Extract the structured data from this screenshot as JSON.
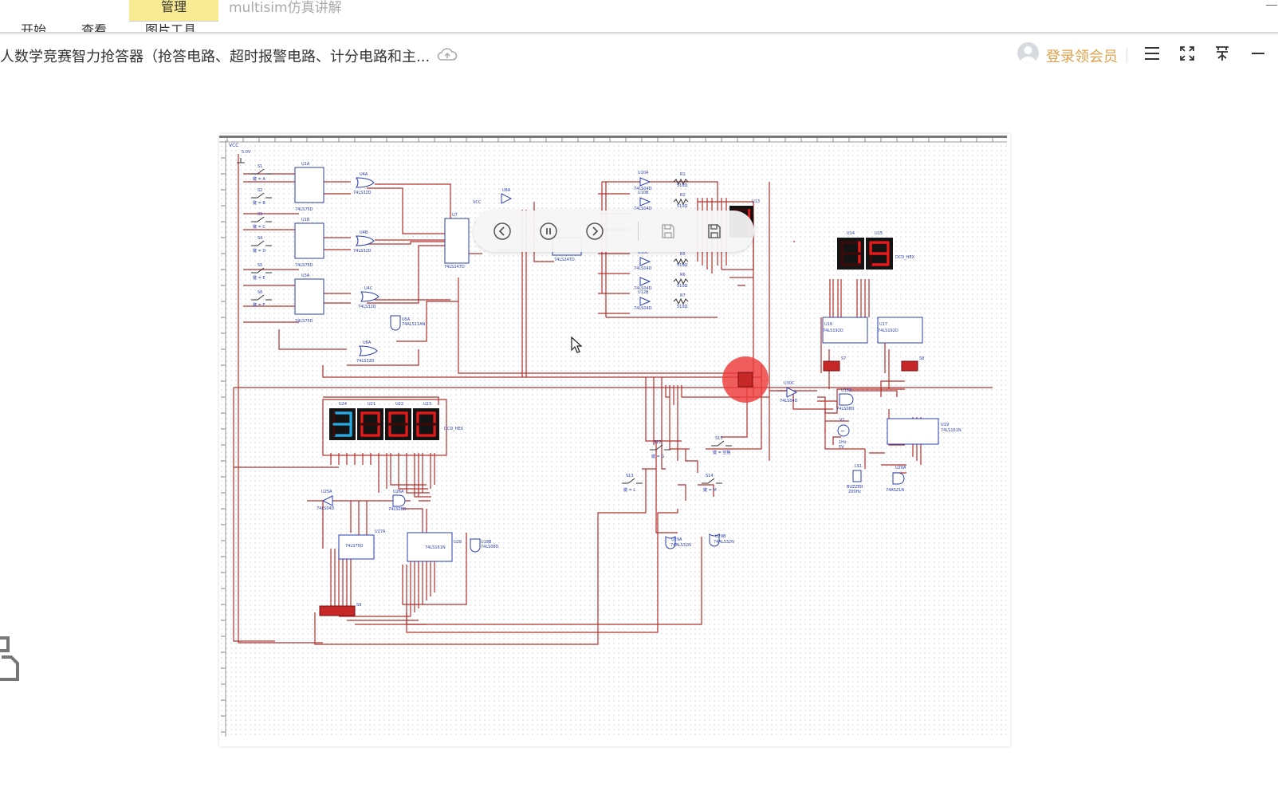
{
  "ribbon": {
    "active_tab": "管理",
    "window_title": "multisim仿真讲解",
    "tabs": [
      "开始",
      "查看",
      "图片工具"
    ]
  },
  "titlebar": {
    "document_title": "人数学竞赛智力抢答器（抢答电路、超时报警电路、计分电路和主...",
    "login_label": "登录领会员",
    "icons": [
      "cloud-upload-icon",
      "menu-icon",
      "fullscreen-icon",
      "pin-icon",
      "minimize-icon"
    ]
  },
  "viewer_controls": {
    "icons": [
      "previous-icon",
      "pause-icon",
      "next-icon",
      "save-icon",
      "save-as-icon"
    ]
  },
  "schematic": {
    "power": {
      "label": "VCC",
      "voltage": "5.0V"
    },
    "switches": [
      "S1",
      "S2",
      "S3",
      "S4",
      "S5",
      "S6"
    ],
    "switch_keys": [
      "键 = A",
      "键 = B",
      "键 = C",
      "键 = D",
      "键 = E",
      "键 = F"
    ],
    "latch_labels": [
      "U1A",
      "U1B",
      "U3A"
    ],
    "latch_part": "74LS75D",
    "or_gate_labels": [
      "U4A",
      "U4B",
      "U4C",
      "U6A"
    ],
    "or_gate_part": "74LS32D",
    "nand_label": "U5A",
    "nand_part": "74ALS11AN",
    "encoder_label": "U7",
    "encoder_part": "74LS147D",
    "inv_label": "U8A",
    "inv_part": "74LS04D",
    "decoder_part": "74LS247D",
    "buffers": [
      "U10A",
      "U10B",
      "U10C",
      "U12B"
    ],
    "buffer_part": "74LS04D",
    "resistors": [
      "R1",
      "R2",
      "R5",
      "R6",
      "R7"
    ],
    "resistor_value": "510Ω",
    "display_single": {
      "label": "U13",
      "digit": "1"
    },
    "display_pair": {
      "labels": [
        "U14",
        "U15"
      ],
      "digits": [
        "1",
        "9"
      ],
      "part": "DCD_HEX"
    },
    "counters_top": [
      {
        "label": "U16",
        "part": "74LS192D"
      },
      {
        "label": "U17",
        "part": "74LS192D"
      }
    ],
    "dip_switches_top": [
      "S7",
      "S8"
    ],
    "inverter_mid": {
      "label": "U30C",
      "part": "74LS04D"
    },
    "and_mid": {
      "label": "U18A",
      "part": "74LS08D"
    },
    "clock": {
      "label": "V1",
      "freq": "1Hz",
      "amp": "5V"
    },
    "counter_right": {
      "label": "U19",
      "part": "74LS161N"
    },
    "buzzer": {
      "label": "LS1",
      "name": "BUZZER",
      "freq": "200Hz"
    },
    "nand_right": {
      "label": "U20A",
      "part": "74AS21N"
    },
    "score_displays": {
      "labels": [
        "U24",
        "U21",
        "U22",
        "U23"
      ],
      "digits": [
        "3",
        "0",
        "0",
        "0"
      ],
      "part": "DCD_HEX"
    },
    "switch_keys_mid": [
      {
        "label": "S12",
        "key": "键 = G"
      },
      {
        "label": "S15",
        "key": "键 = 空格"
      },
      {
        "label": "S13",
        "key": "键 = L"
      },
      {
        "label": "S14",
        "key": "键 = M"
      }
    ],
    "inverter_low": {
      "label": "U25A",
      "part": "74LS04D"
    },
    "and_low": {
      "label": "U26A",
      "part": "74LS08D"
    },
    "latch_low": {
      "label": "U27A",
      "part": "74LS75D"
    },
    "counter_low": {
      "label": "U28",
      "part": "74LS161N"
    },
    "and_low2": {
      "label": "U18B",
      "part": "74LS08D"
    },
    "or_low": [
      {
        "label": "U29A",
        "part": "74ALS32N"
      },
      {
        "label": "U29B",
        "part": "74ALS32N"
      }
    ],
    "dip_low": "S9"
  },
  "colors": {
    "wire": "#b0302c",
    "component": "#2a3fb0",
    "seg_red": "#e21a1a",
    "seg_blue": "#2aa9e0",
    "grid": "#e4e4ea",
    "accent": "#e0a04a",
    "highlight": "#ee3b3b"
  }
}
